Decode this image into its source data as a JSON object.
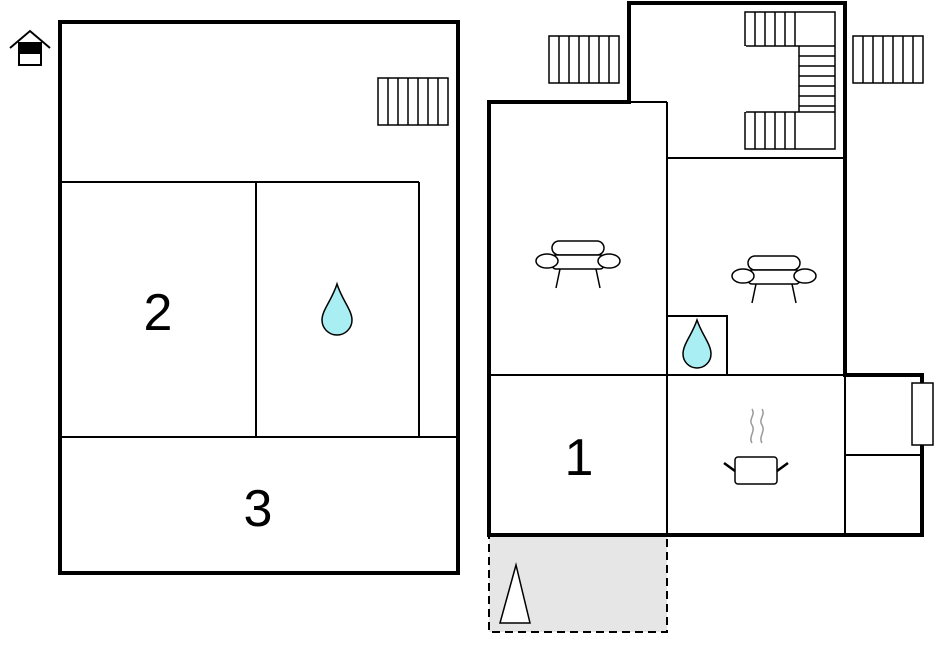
{
  "colors": {
    "wall": "#000000",
    "water": "#a8eef2",
    "terrace": "#e6e6e6",
    "background": "#ffffff"
  },
  "rooms": {
    "room_1": "1",
    "room_2": "2",
    "room_3": "3"
  },
  "icons": [
    "home-floor-icon",
    "stairs-icon",
    "water-drop-icon",
    "sofa-icon",
    "kitchen-pot-icon",
    "radiator-icon",
    "terrace-marker-icon"
  ]
}
